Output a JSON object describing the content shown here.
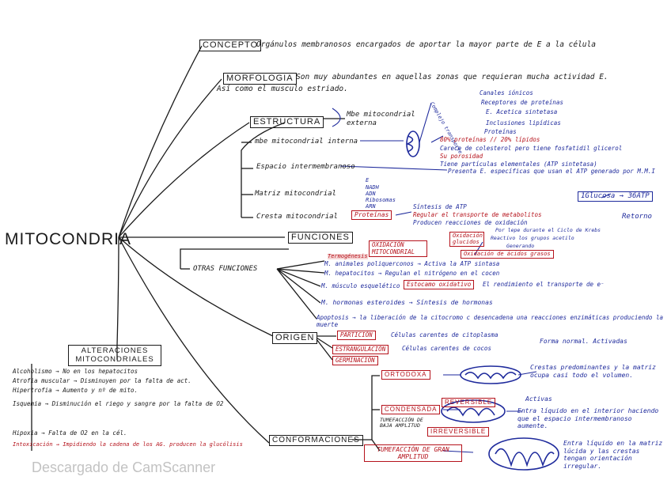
{
  "center": "MITOCONDRIA",
  "concepto": {
    "label": "CONCEPTO",
    "text": "Orgánulos membranosos encargados de aportar la mayor parte de E a la célula"
  },
  "morfologia": {
    "label": "MORFOLOGIA",
    "line1": "Son muy abundantes en aquellas zonas que requieran mucha actividad E.",
    "line2": "Así como el musculo estriado."
  },
  "estructura": {
    "label": "ESTRUCTURA",
    "mbe_externa": "Mbe mitocondrial externa",
    "externa_items": [
      "Canales iónicos",
      "Receptores de proteínas",
      "E. Acetica sintetasa",
      "Inclusiones lipídicas",
      "Proteínas"
    ],
    "externa_side": "Complejo transporte",
    "mbe_interna": "mbe mitocondrial interna",
    "interna_items": [
      "80% proteínas // 20% lípidos",
      "Carece de colesterol pero tiene fosfatidil glicerol",
      "Su porosidad",
      "Tiene partículas elementales (ATP sintetasa)"
    ],
    "espacio": "Espacio intermembranoso",
    "espacio_note": "Presenta E. específicas que usan el ATP generado por M.M.I",
    "matriz": "Matriz mitocondrial",
    "matriz_items": [
      "E",
      "NADH",
      "ADN",
      "Ribosomas",
      "ARN"
    ],
    "crestas": "Cresta mitocondrial",
    "crestas_box": "Proteínas",
    "crestas_items": [
      "Síntesis de ATP",
      "Regular el transporte de metabolitos",
      "Producen reacciones de oxidación"
    ]
  },
  "funciones": {
    "label": "FUNCIONES",
    "ox_box": "OXIDACIÓN MITOCONDRIAL",
    "ox_items": [
      "Oxidación glucidos",
      "Oxidación de ácidos grasos"
    ],
    "ox_notes": [
      "Por lepe durante el Ciclo de Krebs",
      "Reactivo los grupos acetilo",
      "Generando"
    ],
    "atp_box": "1Glucosa → 36ATP",
    "retorno": "Retorno",
    "otras": "OTRAS FUNCIONES",
    "termogenesis": "Termogénesis",
    "otras_items": [
      "M. animales poliquerconos → Activa la ATP sintasa",
      "M. hepatocitos → Regulan el nitrógeno en el cocen",
      "M. músculo esquelético",
      "M. hormonas esteroides → Síntesis de hormonas",
      "Apoptosis → la liberación de la citocromo c desencadena una reacciones enzimáticas produciendo la muerte"
    ],
    "estocamo": "Estocamo oxidativo",
    "estocamo_note": "El rendimiento el transporte de e⁻"
  },
  "origen": {
    "label": "ORIGEN",
    "items": [
      "PARTICIÓN",
      "ESTRANGULACIÓN",
      "GERMINACIÓN"
    ],
    "notes": [
      "Células carentes de citoplasma",
      "Células carentes de cocos"
    ]
  },
  "alteraciones": {
    "label": "ALTERACIONES MITOCONDRIALES",
    "items": [
      "Alcoholismo → No en los hepatocitos",
      "Atrofia muscular → Disminuyen por la falta de act.",
      "Hipertrofia → Aumento y nº de mito.",
      "Isquemia → Disminución el riego y sangre por la falta de O2",
      "Hipoxia → Falta de O2 en la cél.",
      "Intoxicación → Impidiendo la cadena de los AG. producen la glucólisis"
    ]
  },
  "conformaciones": {
    "label": "CONFORMACIONES",
    "ortodoxa": "ORTODOXA",
    "ortodoxa_note": [
      "Forma normal. Activadas",
      "Crestas predominantes y la matriz ocupa casi todo el volumen."
    ],
    "condensada": "CONDENSADA",
    "condensada_sub": "TUMEFACCIÓN DE BAJA AMPLITUD",
    "reversible": "REVERSIBLE",
    "condensada_note": [
      "Activas",
      "Entra líquido en el interior haciendo que el espacio intermembranoso aumente."
    ],
    "irreversible": "IRREVERSIBLE",
    "tumefaccion": "TUMEFACCIÓN DE GRAN AMPLITUD",
    "tumefaccion_note": [
      "Entra líquido en la matriz lúcida y las crestas tengan orientación irregular."
    ]
  },
  "watermark": "Descargado de CamScanner"
}
